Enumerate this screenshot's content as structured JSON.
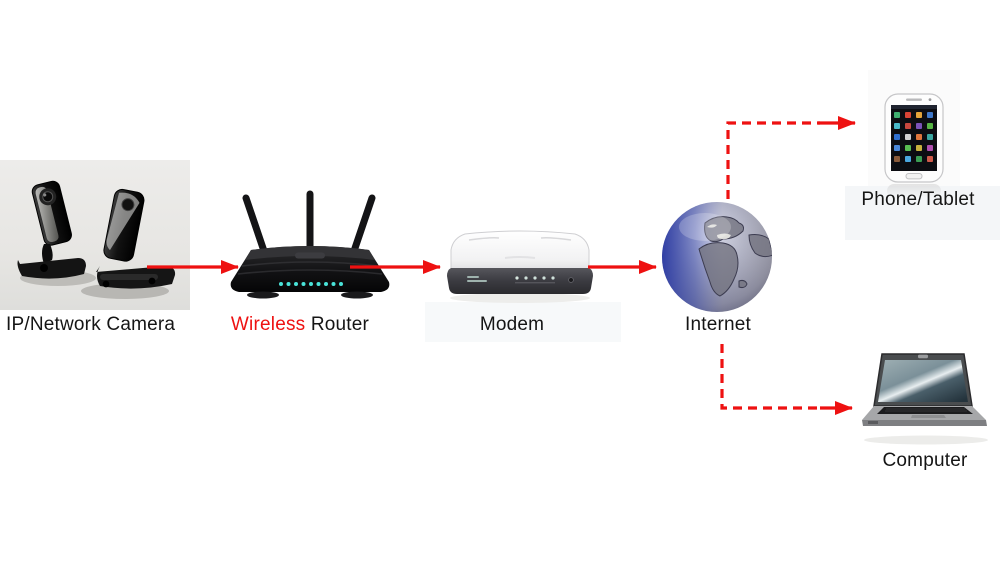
{
  "diagram": {
    "labels": {
      "camera": "IP/Network Camera",
      "router_word1": "Wireless",
      "router_word2": "Router",
      "modem": "Modem",
      "internet": "Internet",
      "phone": "Phone/Tablet",
      "computer": "Computer"
    },
    "colors": {
      "arrow": "#ee1111",
      "router_highlight_text": "#ee1111",
      "label_text": "#151515",
      "router_led": "#49e2d8",
      "globe_blue": "#2b3aa4",
      "photo_background": "#e9e8e5"
    },
    "connections": [
      {
        "from": "IP/Network Camera",
        "to": "Wireless Router",
        "style": "solid-arrow"
      },
      {
        "from": "Wireless Router",
        "to": "Modem",
        "style": "solid-arrow"
      },
      {
        "from": "Modem",
        "to": "Internet",
        "style": "solid-arrow"
      },
      {
        "from": "Internet",
        "to": "Phone/Tablet",
        "style": "dashed-arrow"
      },
      {
        "from": "Internet",
        "to": "Computer",
        "style": "dashed-arrow"
      }
    ]
  }
}
